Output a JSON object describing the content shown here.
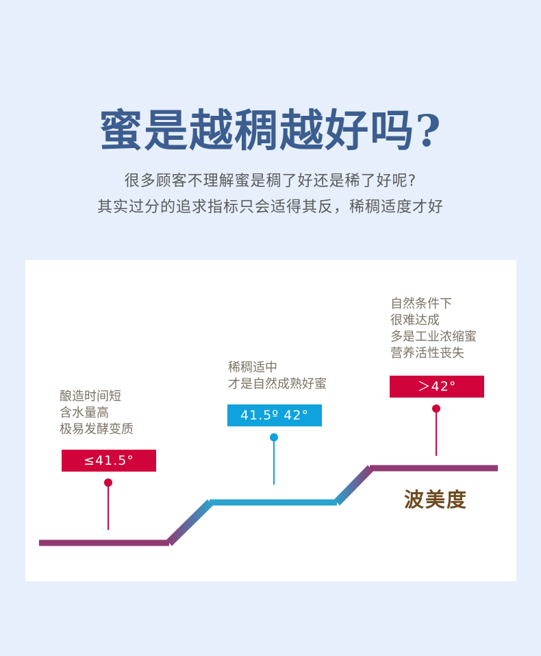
{
  "header": {
    "title": "蜜是越稠越好吗?",
    "subtitle_1": "很多顾客不理解蜜是稠了好还是稀了好呢?",
    "subtitle_2": "其实过分的追求指标只会适得其反，稀稠适度才好"
  },
  "stages": [
    {
      "lines": [
        "酿造时间短",
        "含水量高",
        "极易发酵变质"
      ],
      "badge": "≤41.5°",
      "color": "#d1033b"
    },
    {
      "lines": [
        "稀稠适中",
        "才是自然成熟好蜜"
      ],
      "badge": "41.5º 42°",
      "color": "#0fa2dc"
    },
    {
      "lines": [
        "自然条件下",
        "很难达成",
        "多是工业浓缩蜜",
        "营养活性丧失"
      ],
      "badge": "＞42°",
      "color": "#d1033b"
    }
  ],
  "wave_label": "波美度",
  "colors": {
    "background": "#e6effb",
    "title": "#3c5d8f",
    "line_purple": "#8f3a72",
    "line_blue": "#2aa3cf",
    "label_brown": "#6e4a1f"
  }
}
